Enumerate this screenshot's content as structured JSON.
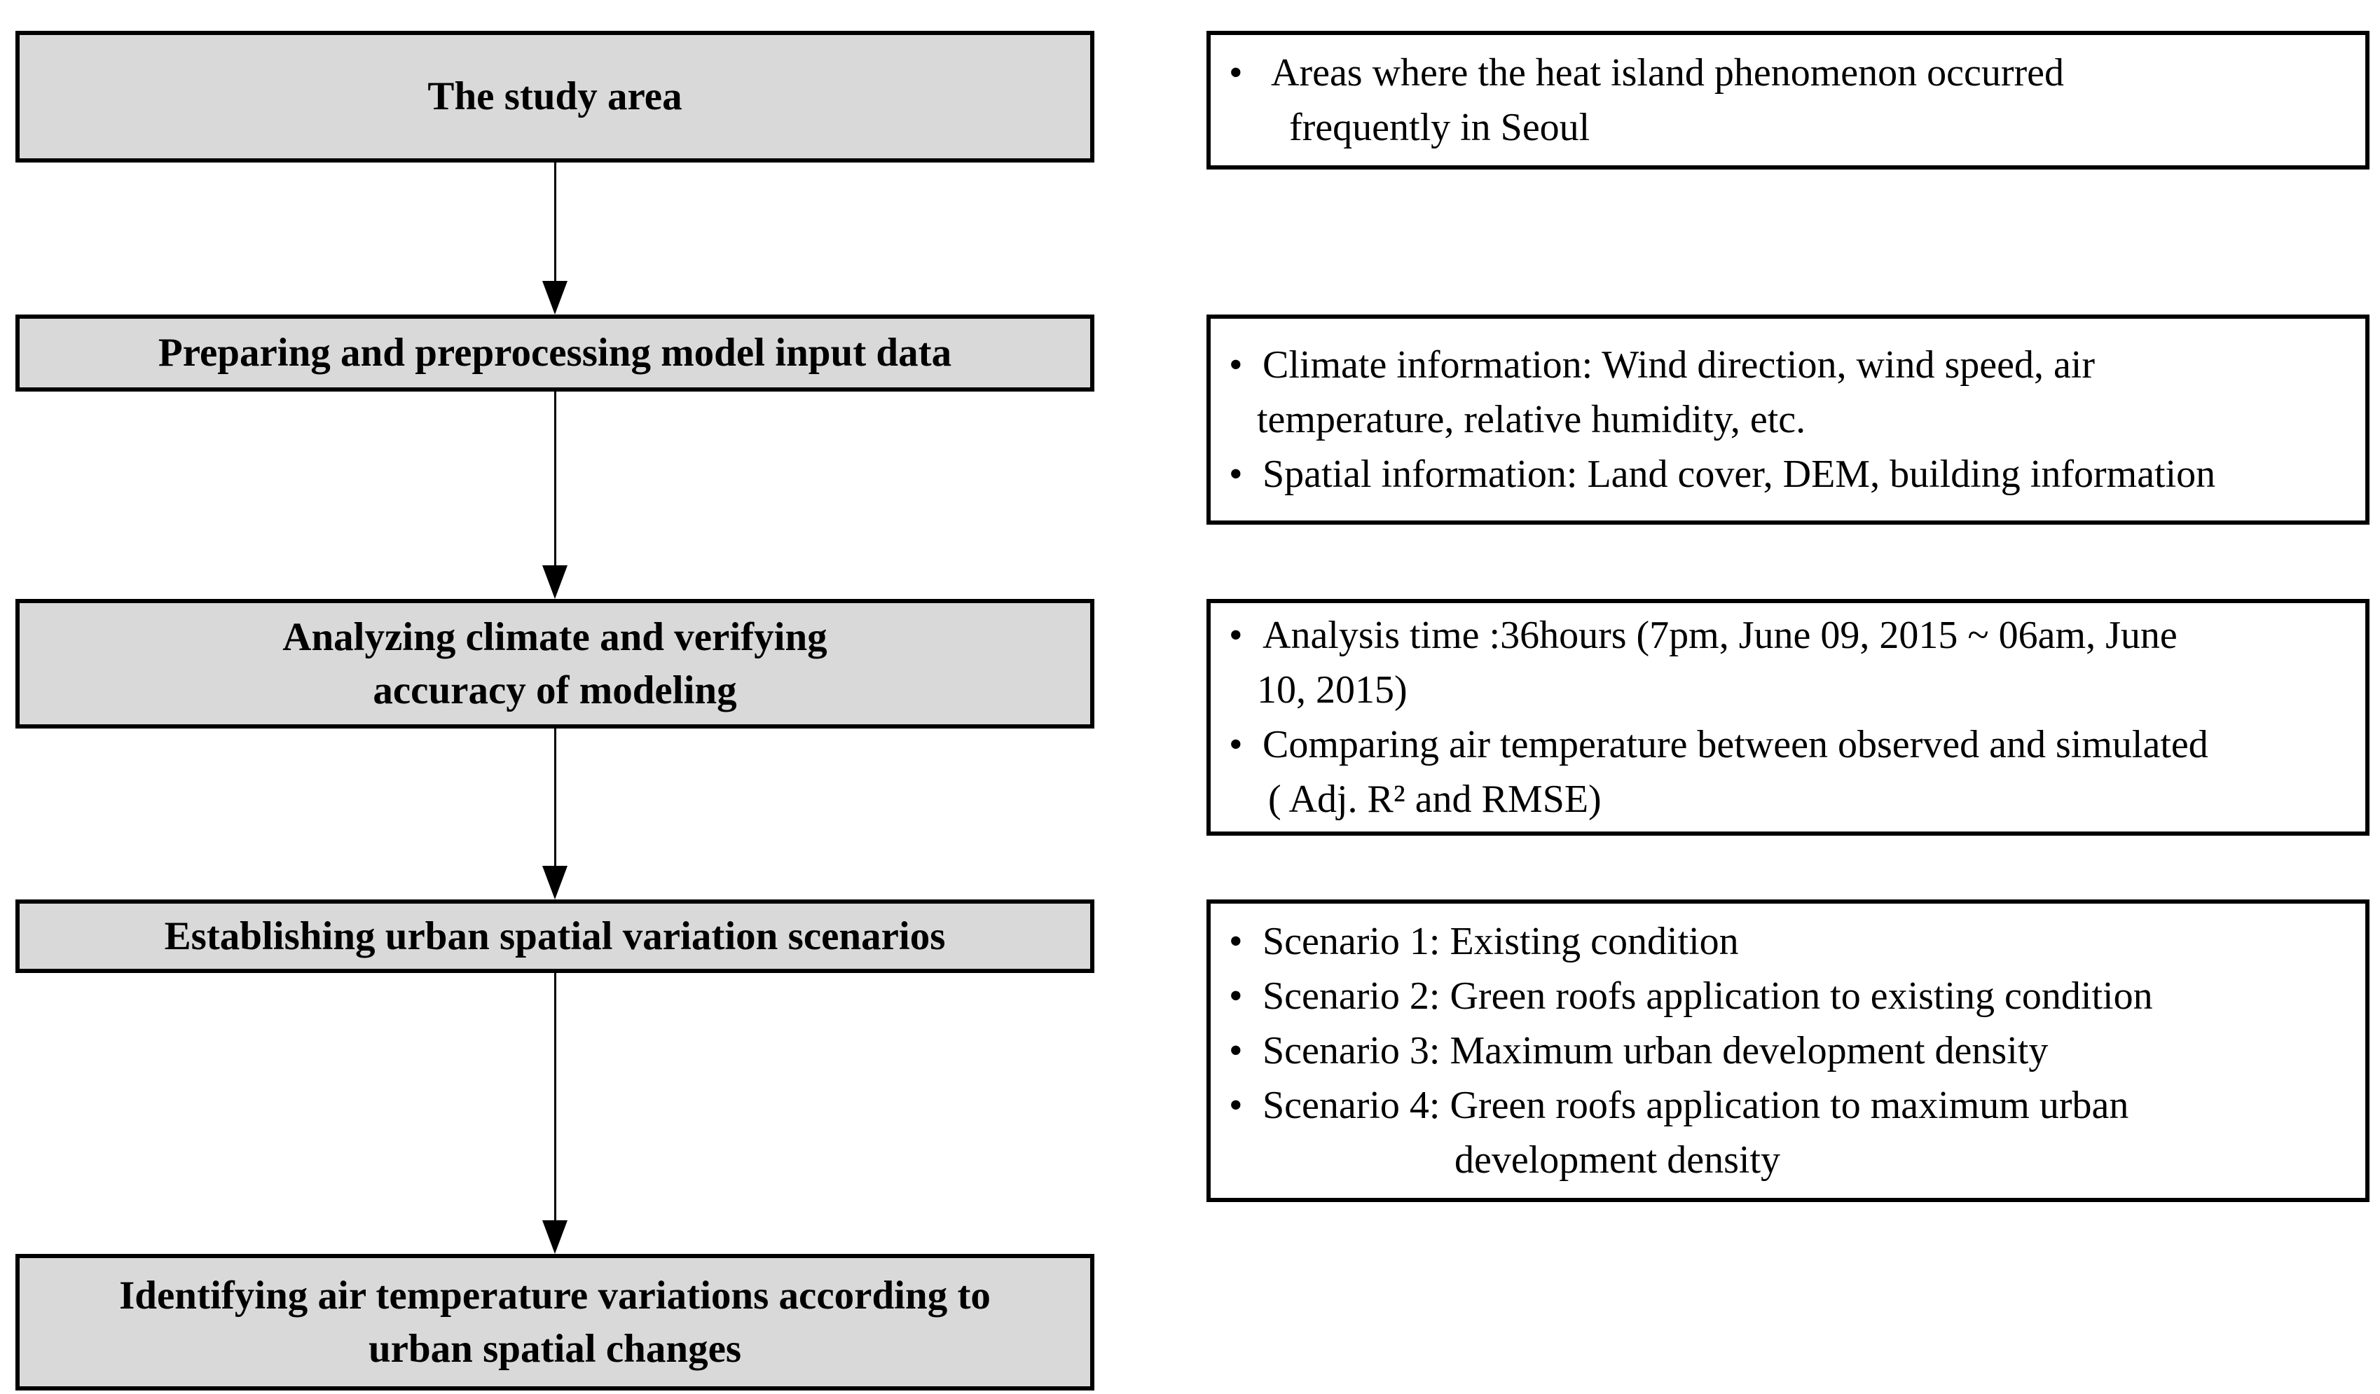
{
  "diagram": {
    "bullet_char": "•",
    "colors": {
      "step_box_fill": "#d9d9d9",
      "box_border": "#000000",
      "note_box_fill": "#ffffff",
      "background": "#ffffff"
    },
    "steps": [
      {
        "title_lines": [
          "The study area"
        ],
        "notes": [
          {
            "bullet": true,
            "text": "Areas where the heat island phenomenon occurred"
          },
          {
            "bullet": false,
            "text": "frequently in Seoul"
          }
        ]
      },
      {
        "title_lines": [
          "Preparing and preprocessing model input data"
        ],
        "notes": [
          {
            "bullet": true,
            "text": "Climate information: Wind direction, wind speed, air"
          },
          {
            "bullet": false,
            "text": "temperature, relative humidity, etc."
          },
          {
            "bullet": true,
            "text": "Spatial information: Land cover, DEM, building information"
          }
        ]
      },
      {
        "title_lines": [
          "Analyzing climate and verifying",
          "accuracy of modeling"
        ],
        "notes": [
          {
            "bullet": true,
            "text": "Analysis time :36hours (7pm, June 09, 2015 ~ 06am, June"
          },
          {
            "bullet": false,
            "text": "10, 2015)"
          },
          {
            "bullet": true,
            "text": "Comparing air temperature between observed and simulated"
          },
          {
            "bullet": false,
            "text": "( Adj. R² and RMSE)"
          }
        ]
      },
      {
        "title_lines": [
          "Establishing urban spatial variation scenarios"
        ],
        "notes": [
          {
            "bullet": true,
            "text": "Scenario 1: Existing condition"
          },
          {
            "bullet": true,
            "text": "Scenario 2: Green roofs application to existing condition"
          },
          {
            "bullet": true,
            "text": "Scenario 3: Maximum urban development density"
          },
          {
            "bullet": true,
            "text": "Scenario 4: Green roofs application to maximum urban"
          },
          {
            "bullet": false,
            "text": "development density"
          }
        ]
      },
      {
        "title_lines": [
          "Identifying air temperature variations according to",
          "urban spatial changes"
        ],
        "notes": []
      }
    ]
  }
}
